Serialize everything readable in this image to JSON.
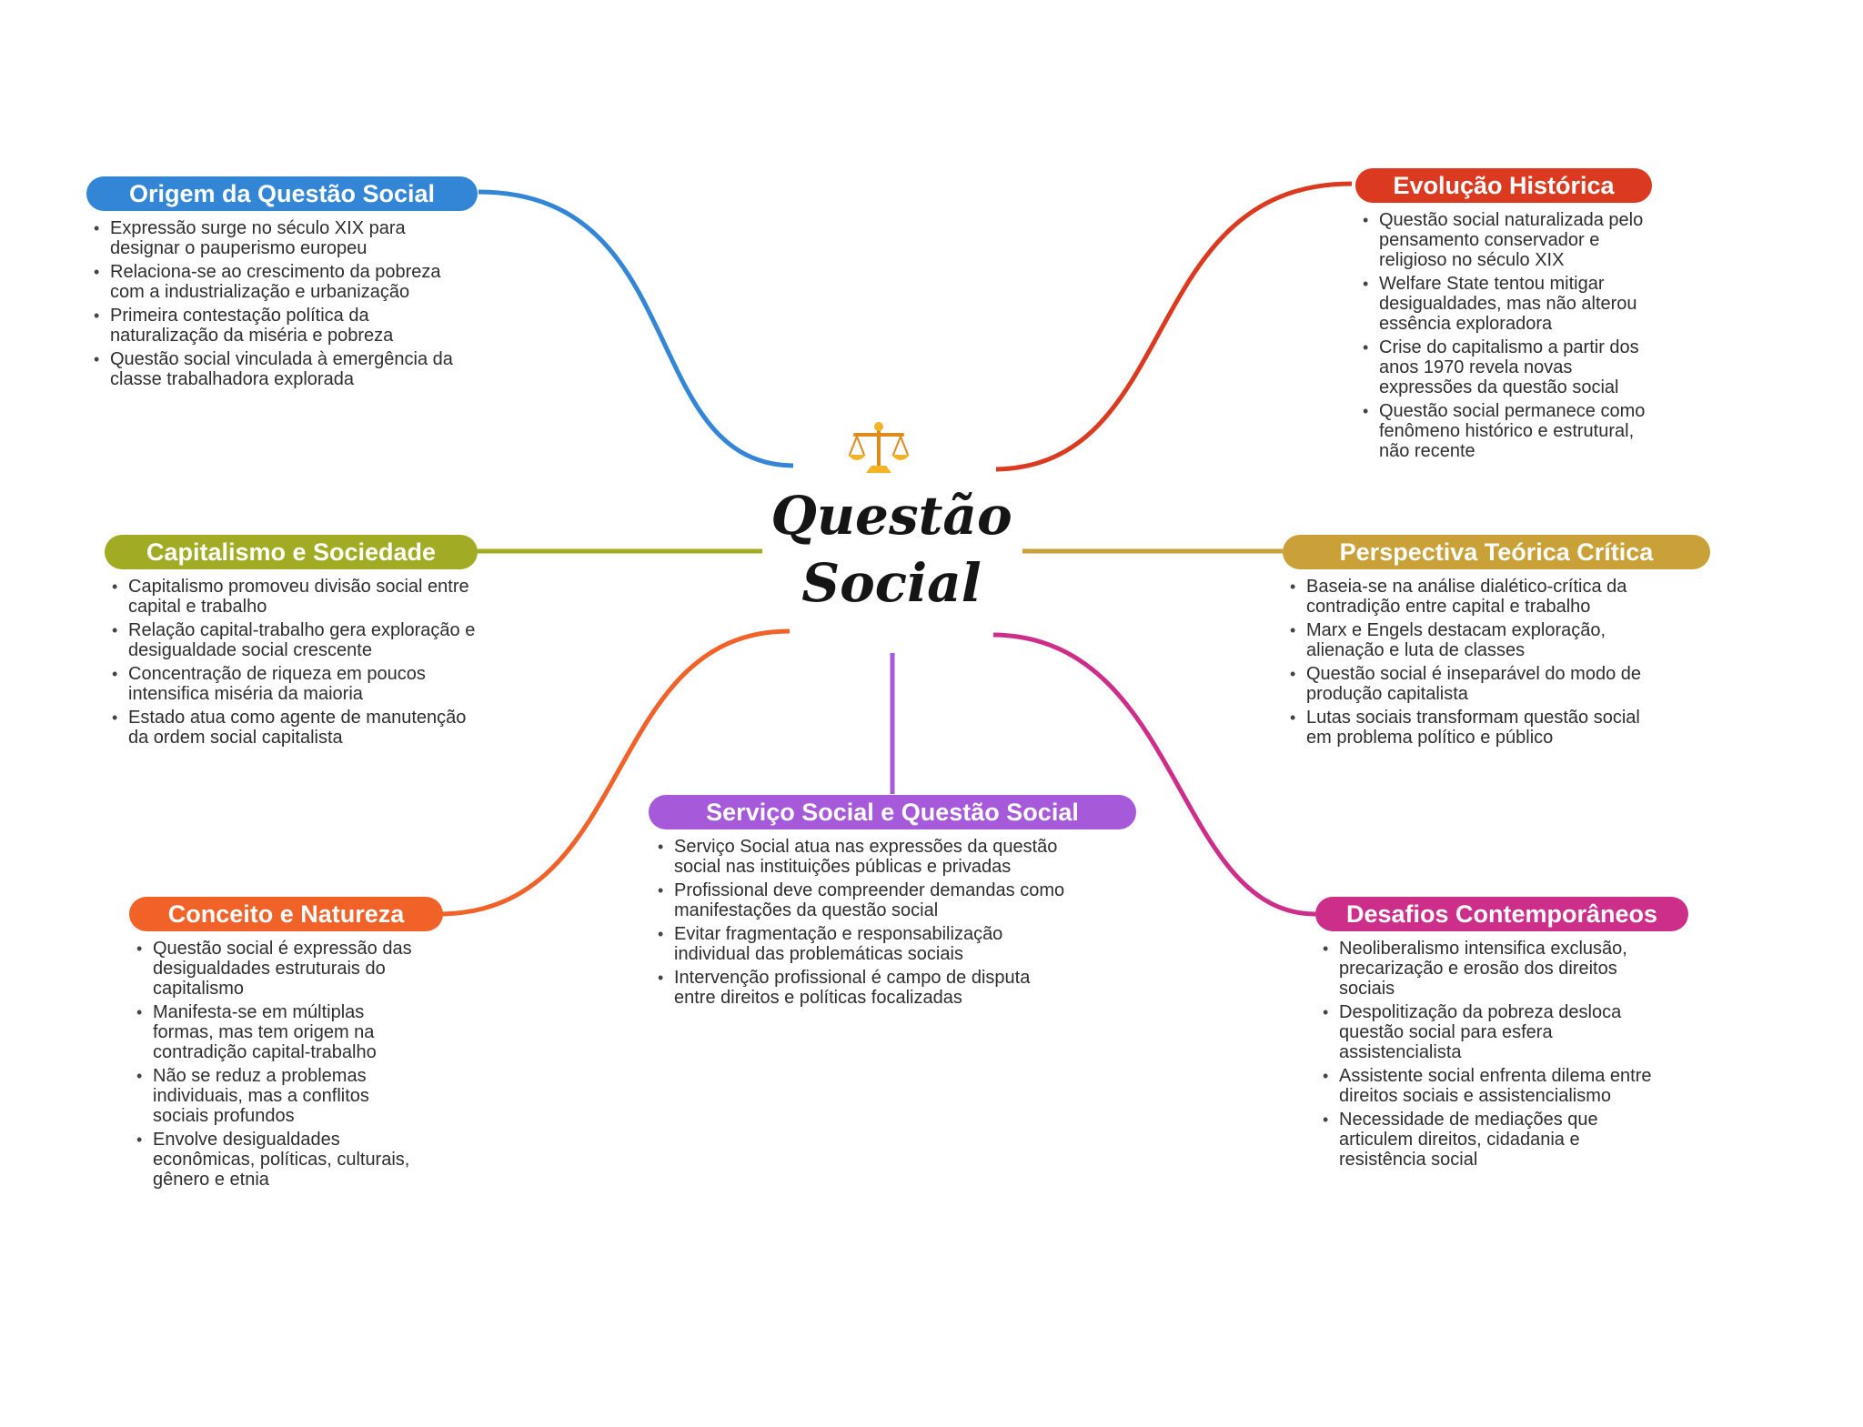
{
  "center": {
    "title": "Questão Social",
    "icon": "scales-icon"
  },
  "colors": {
    "blue": "#3386d6",
    "red": "#db3a20",
    "olive": "#a2ab24",
    "gold": "#c9a138",
    "orange": "#f06228",
    "purple": "#a659d8",
    "magenta": "#cc2e8a"
  },
  "branches": {
    "origem": {
      "title": "Origem da Questão Social",
      "items": [
        "Expressão surge no século XIX para designar o pauperismo europeu",
        "Relaciona-se ao crescimento da pobreza com a industrialização e urbanização",
        "Primeira contestação política da naturalização da miséria e pobreza",
        "Questão social vinculada à emergência da classe trabalhadora explorada"
      ]
    },
    "evolucao": {
      "title": "Evolução Histórica",
      "items": [
        "Questão social naturalizada pelo pensamento conservador e religioso no século XIX",
        "Welfare State tentou mitigar desigualdades, mas não alterou essência exploradora",
        "Crise do capitalismo a partir dos anos 1970 revela novas expressões da questão social",
        "Questão social permanece como fenômeno histórico e estrutural, não recente"
      ]
    },
    "capitalismo": {
      "title": "Capitalismo e Sociedade",
      "items": [
        "Capitalismo promoveu divisão social entre capital e trabalho",
        "Relação capital-trabalho gera exploração e desigualdade social crescente",
        "Concentração de riqueza em poucos intensifica miséria da maioria",
        "Estado atua como agente de manutenção da ordem social capitalista"
      ]
    },
    "perspectiva": {
      "title": "Perspectiva Teórica Crítica",
      "items": [
        "Baseia-se na análise dialético-crítica da contradição entre capital e trabalho",
        "Marx e Engels destacam exploração, alienação e luta de classes",
        "Questão social é inseparável do modo de produção capitalista",
        "Lutas sociais transformam questão social em problema político e público"
      ]
    },
    "servico": {
      "title": "Serviço Social e Questão Social",
      "items": [
        "Serviço Social atua nas expressões da questão social nas instituições públicas e privadas",
        "Profissional deve compreender demandas como manifestações da questão social",
        "Evitar fragmentação e responsabilização individual das problemáticas sociais",
        "Intervenção profissional é campo de disputa entre direitos e políticas focalizadas"
      ]
    },
    "conceito": {
      "title": "Conceito e Natureza",
      "items": [
        "Questão social é expressão das desigualdades estruturais do capitalismo",
        "Manifesta-se em múltiplas formas, mas tem origem na contradição capital-trabalho",
        "Não se reduz a problemas individuais, mas a conflitos sociais profundos",
        "Envolve desigualdades econômicas, políticas, culturais, gênero e etnia"
      ]
    },
    "desafios": {
      "title": "Desafios Contemporâneos",
      "items": [
        "Neoliberalismo intensifica exclusão, precarização e erosão dos direitos sociais",
        "Despolitização da pobreza desloca questão social para esfera assistencialista",
        "Assistente social enfrenta dilema entre direitos sociais e assistencialismo",
        "Necessidade de mediações que articulem direitos, cidadania e resistência social"
      ]
    }
  }
}
